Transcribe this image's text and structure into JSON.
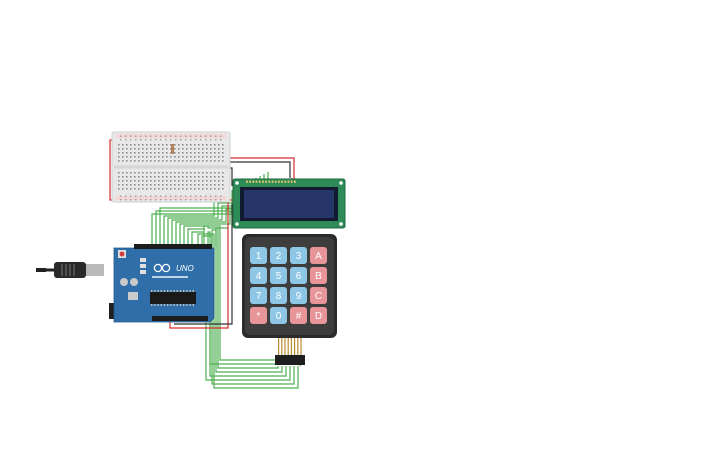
{
  "colors": {
    "background": "#ffffff",
    "wire_green": "#4caf50",
    "wire_red": "#d32f2f",
    "wire_black": "#333333",
    "arduino_board": "#2f6ea8",
    "lcd_board": "#2e8b57",
    "lcd_screen": "#1f2d52",
    "keypad_body": "#3a3a3a",
    "key_blue": "#8ec6e6",
    "key_red": "#e8959a",
    "breadboard": "#e8e8e8"
  },
  "arduino": {
    "logo_text": "UNO",
    "icon": "arduino-infinity-icon"
  },
  "keypad": {
    "rows": [
      [
        {
          "label": "1",
          "color": "blue"
        },
        {
          "label": "2",
          "color": "blue"
        },
        {
          "label": "3",
          "color": "blue"
        },
        {
          "label": "A",
          "color": "red"
        }
      ],
      [
        {
          "label": "4",
          "color": "blue"
        },
        {
          "label": "5",
          "color": "blue"
        },
        {
          "label": "6",
          "color": "blue"
        },
        {
          "label": "B",
          "color": "red"
        }
      ],
      [
        {
          "label": "7",
          "color": "blue"
        },
        {
          "label": "8",
          "color": "blue"
        },
        {
          "label": "9",
          "color": "blue"
        },
        {
          "label": "C",
          "color": "red"
        }
      ],
      [
        {
          "label": "*",
          "color": "red"
        },
        {
          "label": "0",
          "color": "blue"
        },
        {
          "label": "#",
          "color": "red"
        },
        {
          "label": "D",
          "color": "red"
        }
      ]
    ]
  }
}
